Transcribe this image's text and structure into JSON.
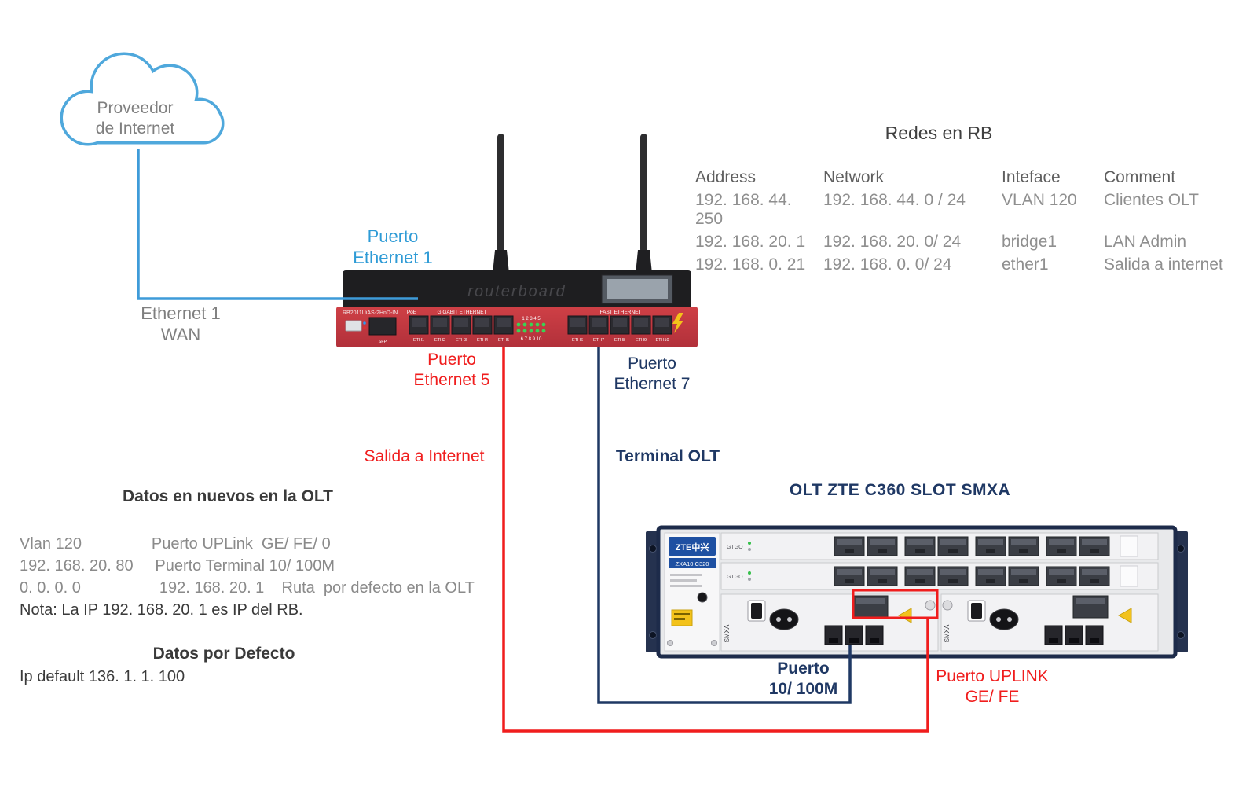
{
  "cloud": {
    "line1": "Proveedor",
    "line2": "de Internet"
  },
  "connections": {
    "puerto_eth1": {
      "l1": "Puerto",
      "l2": "Ethernet 1"
    },
    "eth1_wan": {
      "l1": "Ethernet 1",
      "l2": "WAN"
    },
    "puerto_eth5": {
      "l1": "Puerto",
      "l2": "Ethernet 5"
    },
    "puerto_eth7": {
      "l1": "Puerto",
      "l2": "Ethernet 7"
    },
    "salida_internet": "Salida a Internet",
    "terminal_olt": "Terminal OLT",
    "puerto_10_100m": {
      "l1": "Puerto",
      "l2": "10/ 100M"
    },
    "puerto_uplink": {
      "l1": "Puerto UPLINK",
      "l2": "GE/ FE"
    }
  },
  "rb_table": {
    "title": "Redes en RB",
    "headers": [
      "Address",
      "Network",
      "Inteface",
      "Comment"
    ],
    "rows": [
      [
        "192. 168. 44. 250",
        "192. 168. 44. 0 / 24",
        "VLAN 120",
        "Clientes OLT"
      ],
      [
        "192. 168. 20. 1",
        "192. 168. 20. 0/ 24",
        "bridge1",
        "LAN Admin"
      ],
      [
        "192. 168. 0. 21",
        "192. 168. 0. 0/ 24",
        "ether1",
        "Salida a internet"
      ]
    ]
  },
  "olt_info": {
    "title": "Datos en nuevos en la OLT",
    "lines": [
      "Vlan 120                Puerto UPLink  GE/ FE/ 0",
      "192. 168. 20. 80     Puerto Terminal 10/ 100M",
      "0. 0. 0. 0                  192. 168. 20. 1    Ruta  por defecto en la OLT",
      "Nota: La IP 192. 168. 20. 1 es IP del RB."
    ]
  },
  "defaults_info": {
    "title": "Datos por Defecto",
    "line": "Ip default 136. 1. 1. 100"
  },
  "router": {
    "model": "RB2011UiAS-2HnD-IN",
    "brand": "routerboard",
    "poe": "PoE",
    "gigabit_label": "GIGABIT ETHERNET",
    "fast_label": "FAST ETHERNET",
    "sfp_label": "SFP",
    "ports_gigabit": [
      "ETH1",
      "ETH2",
      "ETH3",
      "ETH4",
      "ETH5"
    ],
    "ports_fast": [
      "ETH6",
      "ETH7",
      "ETH8",
      "ETH9",
      "ETH10"
    ],
    "led_top": "1 2 3 4 5",
    "led_bottom": "6 7 8 9 10"
  },
  "olt": {
    "title": "OLT ZTE C360 SLOT SMXA",
    "brand": "ZTE中兴",
    "model": "ZXA10 C320",
    "card_top_label": "GTGO",
    "card_bottom_label": "SMXA"
  },
  "colors": {
    "line_blue": "#3E9BD9",
    "line_red": "#F01D1D",
    "line_navy": "#1F3864",
    "router_red": "#C23B42",
    "zte_blue": "#1E50A2",
    "gray_text": "#8a8a8a"
  }
}
